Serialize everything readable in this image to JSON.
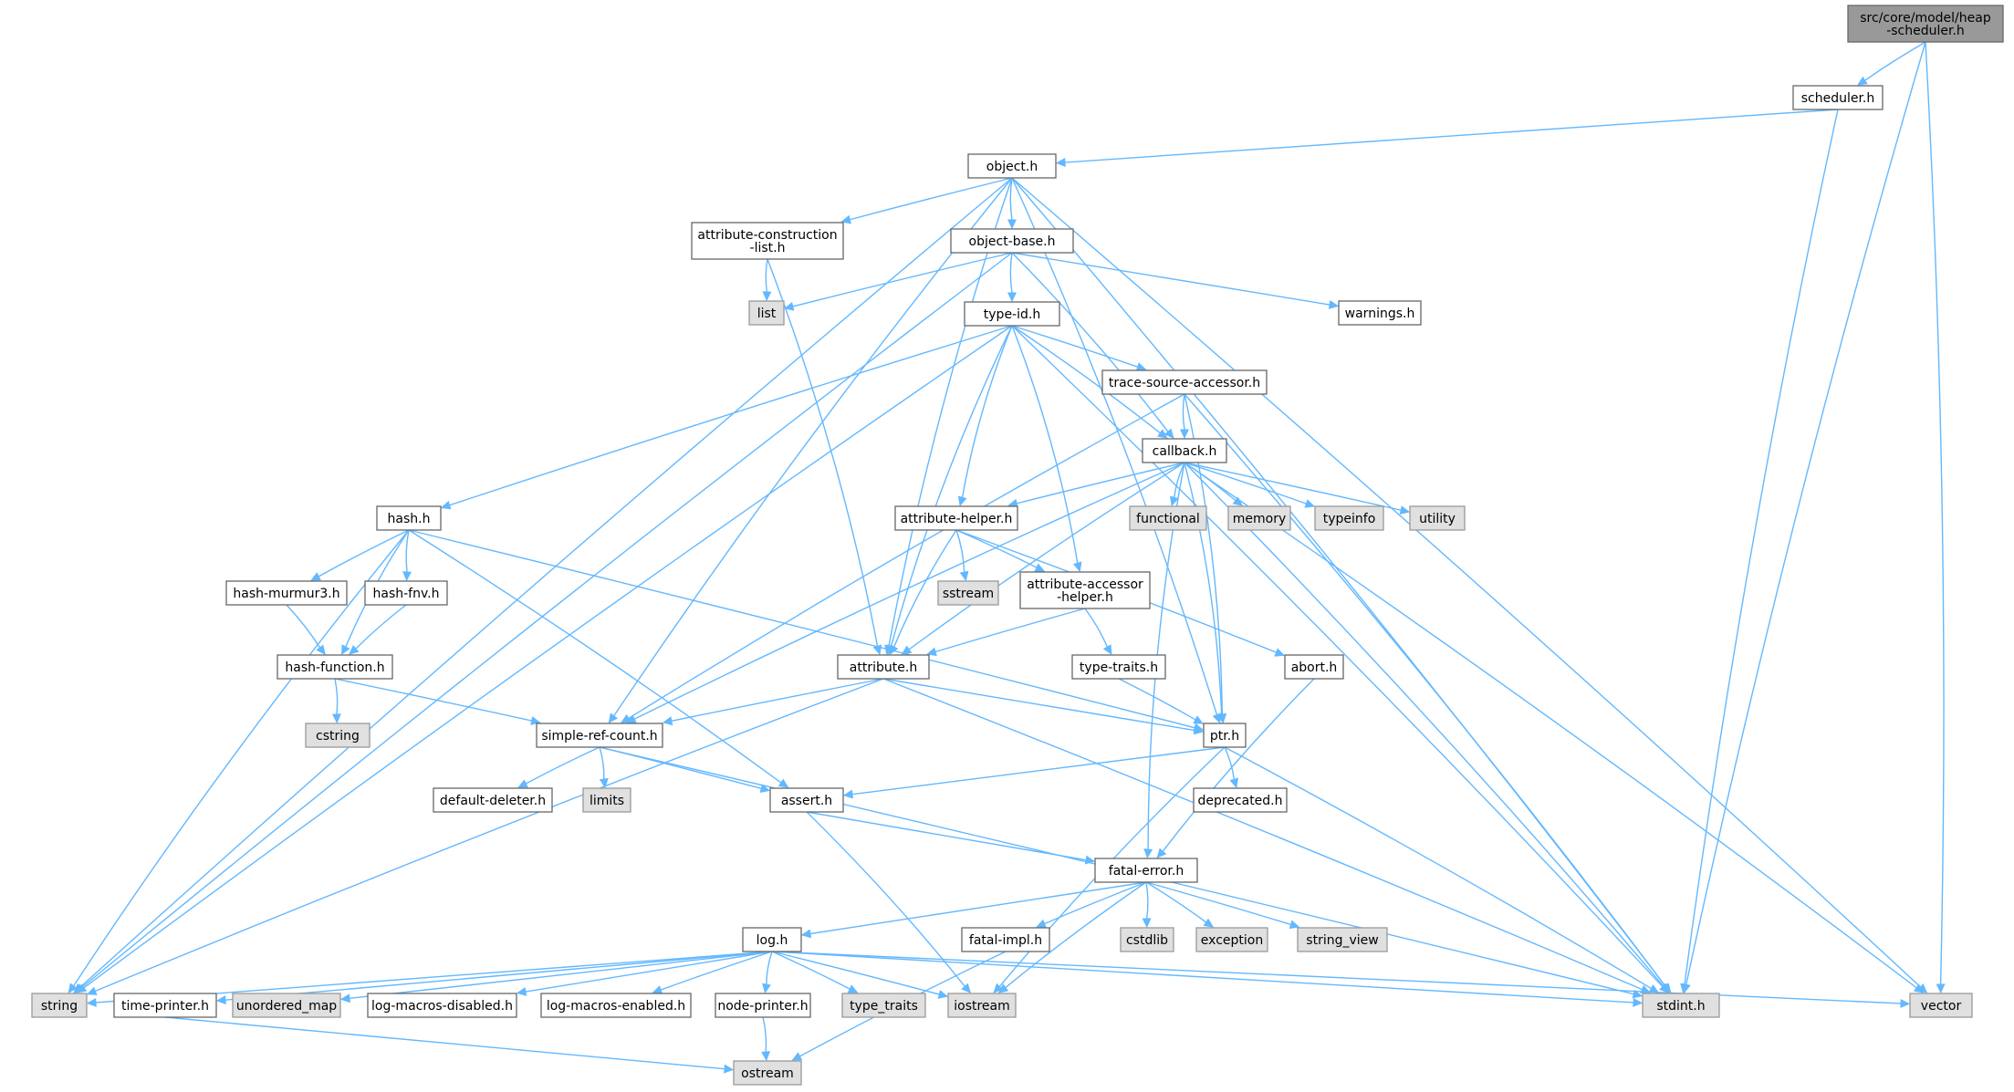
{
  "graph": {
    "title": "src/core/model/heap-scheduler.h",
    "edge_color": "#63b8ff",
    "root_fill": "#999999",
    "system_fill": "#e0e0e0",
    "nodes": [
      {
        "id": "heap-scheduler",
        "label": [
          "src/core/model/heap",
          "-scheduler.h"
        ],
        "kind": "root"
      },
      {
        "id": "scheduler",
        "label": [
          "scheduler.h"
        ],
        "kind": "file"
      },
      {
        "id": "object",
        "label": [
          "object.h"
        ],
        "kind": "file"
      },
      {
        "id": "attr-construction",
        "label": [
          "attribute-construction",
          "-list.h"
        ],
        "kind": "file"
      },
      {
        "id": "object-base",
        "label": [
          "object-base.h"
        ],
        "kind": "file"
      },
      {
        "id": "list",
        "label": [
          "list"
        ],
        "kind": "system"
      },
      {
        "id": "warnings",
        "label": [
          "warnings.h"
        ],
        "kind": "file"
      },
      {
        "id": "type-id",
        "label": [
          "type-id.h"
        ],
        "kind": "file"
      },
      {
        "id": "trace-source",
        "label": [
          "trace-source-accessor.h"
        ],
        "kind": "file"
      },
      {
        "id": "callback",
        "label": [
          "callback.h"
        ],
        "kind": "file"
      },
      {
        "id": "hash",
        "label": [
          "hash.h"
        ],
        "kind": "file"
      },
      {
        "id": "functional",
        "label": [
          "functional"
        ],
        "kind": "system"
      },
      {
        "id": "memory",
        "label": [
          "memory"
        ],
        "kind": "system"
      },
      {
        "id": "typeinfo",
        "label": [
          "typeinfo"
        ],
        "kind": "system"
      },
      {
        "id": "utility",
        "label": [
          "utility"
        ],
        "kind": "system"
      },
      {
        "id": "attr-helper",
        "label": [
          "attribute-helper.h"
        ],
        "kind": "file"
      },
      {
        "id": "hash-murmur3",
        "label": [
          "hash-murmur3.h"
        ],
        "kind": "file"
      },
      {
        "id": "hash-fnv",
        "label": [
          "hash-fnv.h"
        ],
        "kind": "file"
      },
      {
        "id": "sstream",
        "label": [
          "sstream"
        ],
        "kind": "system"
      },
      {
        "id": "attr-accessor",
        "label": [
          "attribute-accessor",
          "-helper.h"
        ],
        "kind": "file"
      },
      {
        "id": "hash-function",
        "label": [
          "hash-function.h"
        ],
        "kind": "file"
      },
      {
        "id": "attribute",
        "label": [
          "attribute.h"
        ],
        "kind": "file"
      },
      {
        "id": "type-traits-h",
        "label": [
          "type-traits.h"
        ],
        "kind": "file"
      },
      {
        "id": "abort",
        "label": [
          "abort.h"
        ],
        "kind": "file"
      },
      {
        "id": "cstring",
        "label": [
          "cstring"
        ],
        "kind": "system"
      },
      {
        "id": "simple-ref",
        "label": [
          "simple-ref-count.h"
        ],
        "kind": "file"
      },
      {
        "id": "ptr",
        "label": [
          "ptr.h"
        ],
        "kind": "file"
      },
      {
        "id": "default-deleter",
        "label": [
          "default-deleter.h"
        ],
        "kind": "file"
      },
      {
        "id": "limits",
        "label": [
          "limits"
        ],
        "kind": "system"
      },
      {
        "id": "assert",
        "label": [
          "assert.h"
        ],
        "kind": "file"
      },
      {
        "id": "deprecated",
        "label": [
          "deprecated.h"
        ],
        "kind": "file"
      },
      {
        "id": "fatal-error",
        "label": [
          "fatal-error.h"
        ],
        "kind": "file"
      },
      {
        "id": "log",
        "label": [
          "log.h"
        ],
        "kind": "file"
      },
      {
        "id": "fatal-impl",
        "label": [
          "fatal-impl.h"
        ],
        "kind": "file"
      },
      {
        "id": "cstdlib",
        "label": [
          "cstdlib"
        ],
        "kind": "system"
      },
      {
        "id": "exception",
        "label": [
          "exception"
        ],
        "kind": "system"
      },
      {
        "id": "string_view",
        "label": [
          "string_view"
        ],
        "kind": "system"
      },
      {
        "id": "string",
        "label": [
          "string"
        ],
        "kind": "system"
      },
      {
        "id": "time-printer",
        "label": [
          "time-printer.h"
        ],
        "kind": "file"
      },
      {
        "id": "unordered_map",
        "label": [
          "unordered_map"
        ],
        "kind": "system"
      },
      {
        "id": "log-macros-disabled",
        "label": [
          "log-macros-disabled.h"
        ],
        "kind": "file"
      },
      {
        "id": "log-macros-enabled",
        "label": [
          "log-macros-enabled.h"
        ],
        "kind": "file"
      },
      {
        "id": "node-printer",
        "label": [
          "node-printer.h"
        ],
        "kind": "file"
      },
      {
        "id": "type_traits",
        "label": [
          "type_traits"
        ],
        "kind": "system"
      },
      {
        "id": "iostream",
        "label": [
          "iostream"
        ],
        "kind": "system"
      },
      {
        "id": "stdint",
        "label": [
          "stdint.h"
        ],
        "kind": "system"
      },
      {
        "id": "vector",
        "label": [
          "vector"
        ],
        "kind": "system"
      },
      {
        "id": "ostream",
        "label": [
          "ostream"
        ],
        "kind": "system"
      }
    ],
    "edges": [
      [
        "heap-scheduler",
        "scheduler"
      ],
      [
        "heap-scheduler",
        "stdint"
      ],
      [
        "heap-scheduler",
        "vector"
      ],
      [
        "scheduler",
        "object"
      ],
      [
        "scheduler",
        "stdint"
      ],
      [
        "object",
        "attr-construction"
      ],
      [
        "object",
        "object-base"
      ],
      [
        "object",
        "attribute"
      ],
      [
        "object",
        "simple-ref"
      ],
      [
        "object",
        "ptr"
      ],
      [
        "object",
        "string"
      ],
      [
        "object",
        "stdint"
      ],
      [
        "object",
        "vector"
      ],
      [
        "attr-construction",
        "list"
      ],
      [
        "attr-construction",
        "attribute"
      ],
      [
        "object-base",
        "list"
      ],
      [
        "object-base",
        "type-id"
      ],
      [
        "object-base",
        "warnings"
      ],
      [
        "object-base",
        "callback"
      ],
      [
        "object-base",
        "string"
      ],
      [
        "type-id",
        "trace-source"
      ],
      [
        "type-id",
        "callback"
      ],
      [
        "type-id",
        "hash"
      ],
      [
        "type-id",
        "attr-helper"
      ],
      [
        "type-id",
        "attr-accessor"
      ],
      [
        "type-id",
        "attribute"
      ],
      [
        "type-id",
        "string"
      ],
      [
        "type-id",
        "stdint"
      ],
      [
        "trace-source",
        "callback"
      ],
      [
        "trace-source",
        "simple-ref"
      ],
      [
        "trace-source",
        "ptr"
      ],
      [
        "trace-source",
        "stdint"
      ],
      [
        "callback",
        "functional"
      ],
      [
        "callback",
        "memory"
      ],
      [
        "callback",
        "typeinfo"
      ],
      [
        "callback",
        "utility"
      ],
      [
        "callback",
        "attr-helper"
      ],
      [
        "callback",
        "attribute"
      ],
      [
        "callback",
        "simple-ref"
      ],
      [
        "callback",
        "ptr"
      ],
      [
        "callback",
        "fatal-error"
      ],
      [
        "callback",
        "stdint"
      ],
      [
        "callback",
        "vector"
      ],
      [
        "hash",
        "hash-murmur3"
      ],
      [
        "hash",
        "hash-fnv"
      ],
      [
        "hash",
        "hash-function"
      ],
      [
        "hash",
        "assert"
      ],
      [
        "hash",
        "ptr"
      ],
      [
        "hash",
        "string"
      ],
      [
        "hash-murmur3",
        "hash-function"
      ],
      [
        "hash-fnv",
        "hash-function"
      ],
      [
        "hash-function",
        "cstring"
      ],
      [
        "hash-function",
        "simple-ref"
      ],
      [
        "attr-helper",
        "sstream"
      ],
      [
        "attr-helper",
        "attr-accessor"
      ],
      [
        "attr-helper",
        "attribute"
      ],
      [
        "attr-helper",
        "abort"
      ],
      [
        "attr-accessor",
        "attribute"
      ],
      [
        "attr-accessor",
        "type-traits-h"
      ],
      [
        "type-traits-h",
        "ptr"
      ],
      [
        "abort",
        "fatal-error"
      ],
      [
        "attribute",
        "simple-ref"
      ],
      [
        "attribute",
        "ptr"
      ],
      [
        "attribute",
        "string"
      ],
      [
        "attribute",
        "stdint"
      ],
      [
        "simple-ref",
        "default-deleter"
      ],
      [
        "simple-ref",
        "limits"
      ],
      [
        "simple-ref",
        "assert"
      ],
      [
        "simple-ref",
        "stdint"
      ],
      [
        "ptr",
        "assert"
      ],
      [
        "ptr",
        "deprecated"
      ],
      [
        "ptr",
        "iostream"
      ],
      [
        "ptr",
        "stdint"
      ],
      [
        "assert",
        "fatal-error"
      ],
      [
        "assert",
        "iostream"
      ],
      [
        "fatal-error",
        "log"
      ],
      [
        "fatal-error",
        "fatal-impl"
      ],
      [
        "fatal-error",
        "cstdlib"
      ],
      [
        "fatal-error",
        "exception"
      ],
      [
        "fatal-error",
        "string_view"
      ],
      [
        "fatal-error",
        "iostream"
      ],
      [
        "fatal-impl",
        "ostream"
      ],
      [
        "log",
        "string"
      ],
      [
        "log",
        "time-printer"
      ],
      [
        "log",
        "unordered_map"
      ],
      [
        "log",
        "log-macros-disabled"
      ],
      [
        "log",
        "log-macros-enabled"
      ],
      [
        "log",
        "node-printer"
      ],
      [
        "log",
        "type_traits"
      ],
      [
        "log",
        "iostream"
      ],
      [
        "log",
        "stdint"
      ],
      [
        "log",
        "vector"
      ],
      [
        "time-printer",
        "ostream"
      ],
      [
        "node-printer",
        "ostream"
      ]
    ]
  }
}
